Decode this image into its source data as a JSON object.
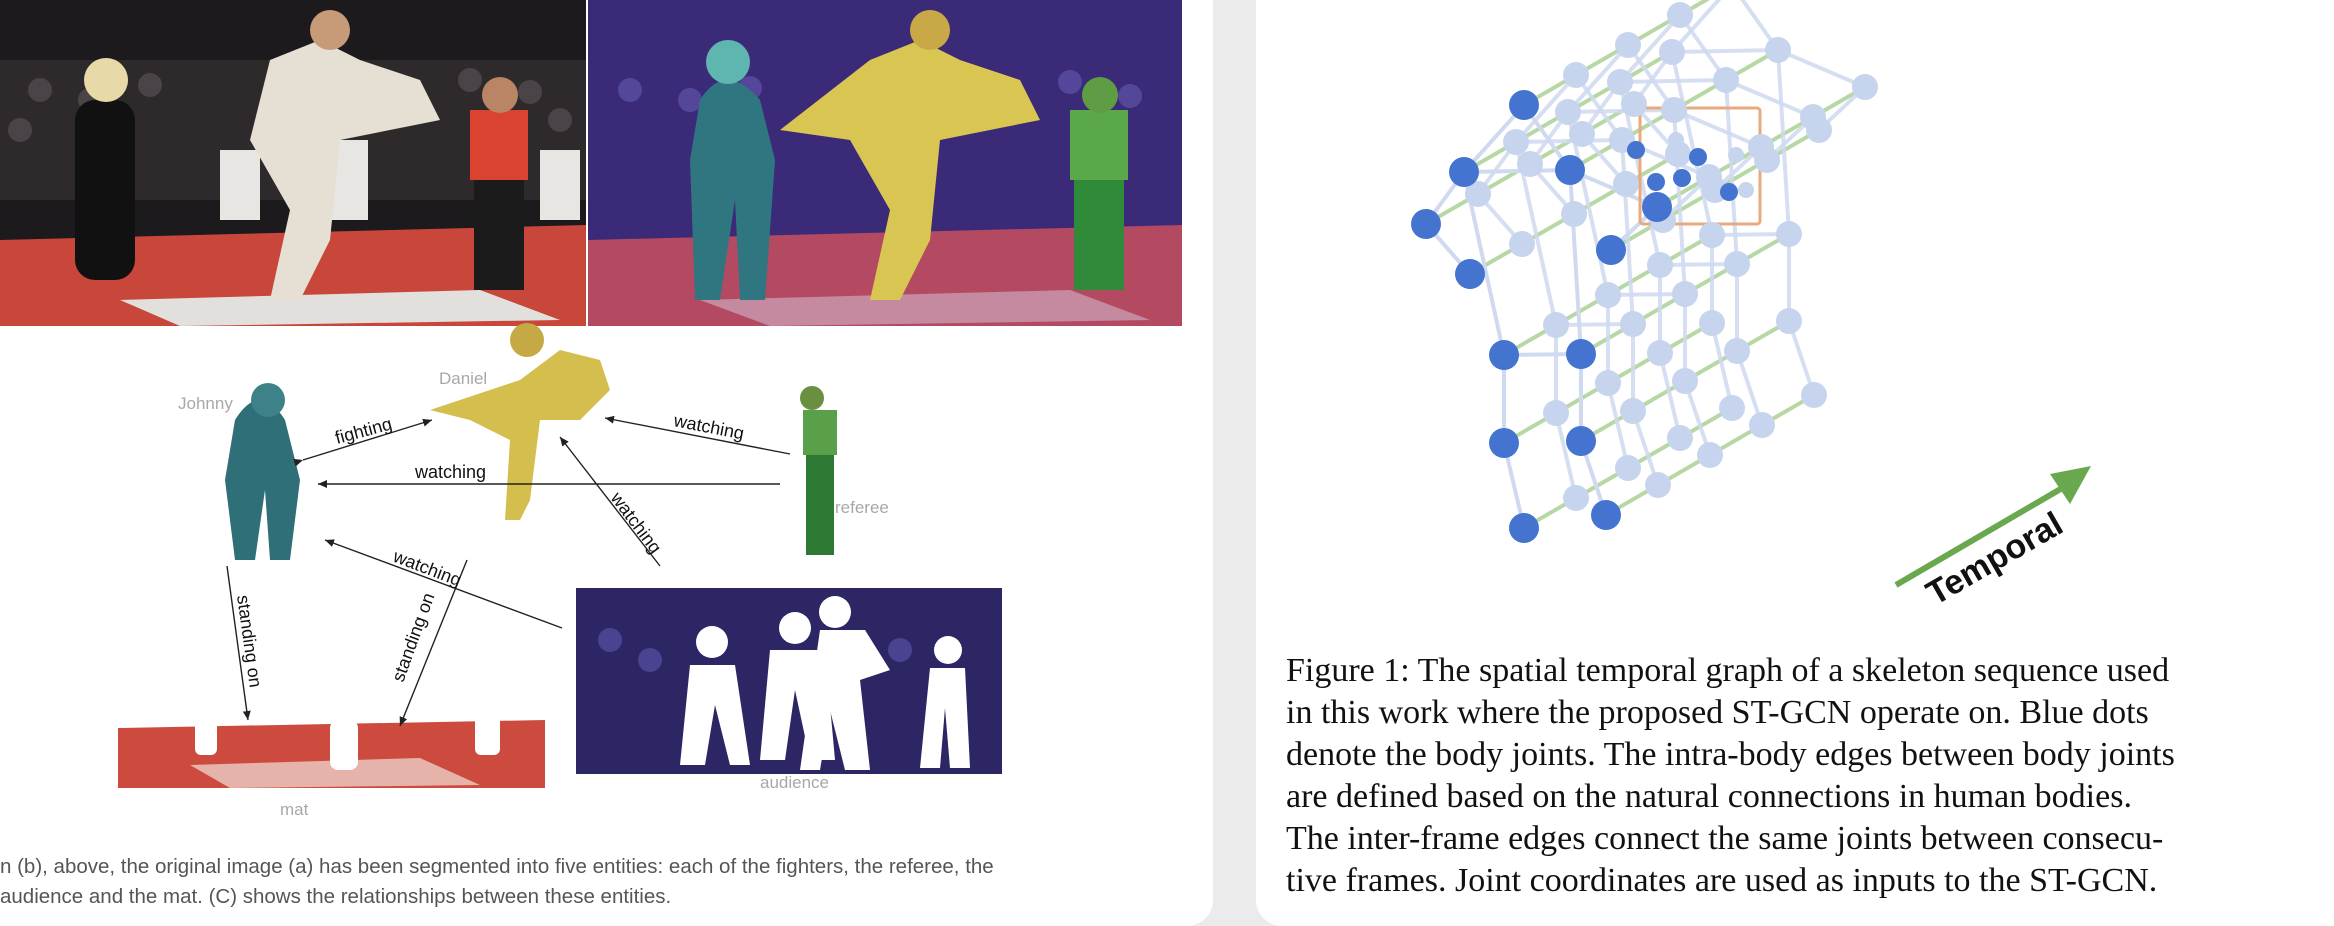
{
  "scene_graph": {
    "node_labels": {
      "johnny": "Johnny",
      "daniel": "Daniel",
      "referee": "referee",
      "audience": "audience",
      "mat": "mat"
    },
    "edges": [
      {
        "label": "fighting"
      },
      {
        "label": "watching"
      },
      {
        "label": "watching"
      },
      {
        "label": "watching"
      },
      {
        "label": "watching"
      },
      {
        "label": "standing on"
      },
      {
        "label": "standing on"
      }
    ],
    "caption_lines": [
      "n (b), above, the original image (a) has been segmented into five entities: each of the fighters, the referee, the",
      "audience and the mat. (C) shows the relationships between these entities."
    ]
  },
  "st_gcn_figure": {
    "axis_label": "Temporal",
    "caption_label": "Figure 1:",
    "caption_lines": [
      " The spatial temporal graph of a skeleton sequence used",
      "in this work where the proposed ST-GCN operate on. Blue dots",
      "denote the body joints. The intra-body edges between body joints",
      "are defined based on the natural connections in human bodies.",
      "The inter-frame edges connect the same joints between consecu-",
      "tive frames. Joint coordinates are used as inputs to the ST-GCN."
    ]
  },
  "colors": {
    "joint_blue": "#4474d0",
    "pale_blue": "#c6d4ee",
    "temporal_green": "#6aa84f",
    "highlight_box": "#e9a97f",
    "segment_teal": "#2f6f78",
    "segment_yellow": "#d8c24a",
    "segment_green": "#3f8a3f",
    "segment_purple": "#3d2a78"
  }
}
